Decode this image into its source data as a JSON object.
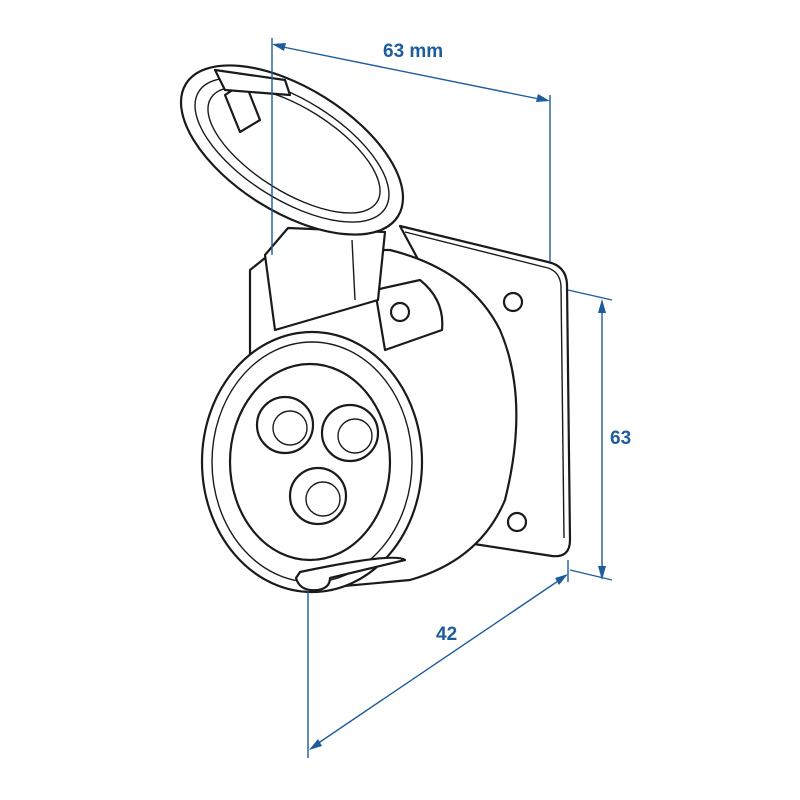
{
  "drawing": {
    "subject": "socket",
    "dimensions": {
      "width_label": "63 mm",
      "height_label": "63",
      "depth_label": "42"
    }
  },
  "colors": {
    "dimension": "#1e5c9b",
    "outline": "#1a1a1a"
  }
}
